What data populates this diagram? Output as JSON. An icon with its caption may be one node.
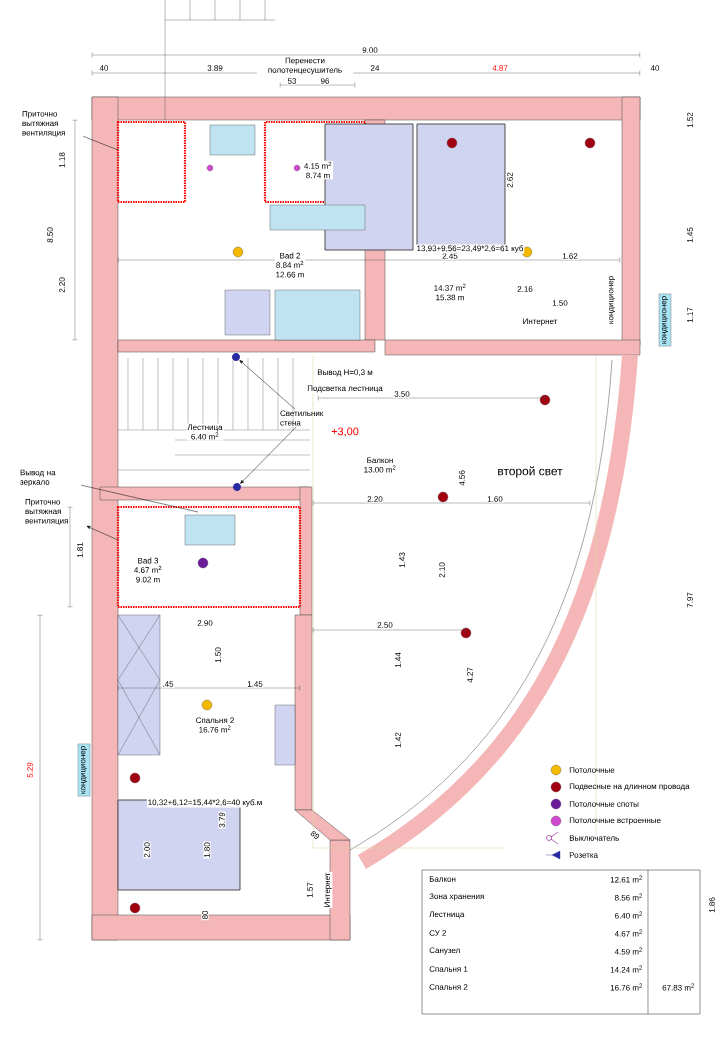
{
  "diagram": {
    "nodes": [
      {
        "text": [
          "14.37 m$^{2}$",
          "15.38 m"
        ]
      },
      {
        "text": [
          "4.15 m$^{2}$",
          "8.74 m"
        ]
      },
      {
        "text": [
          "Bad 2",
          "8.84 m$^{2}$",
          "12.66 m"
        ]
      },
      {
        "text": [
          "Лестница",
          "6.40 m$^{2}$"
        ]
      },
      {
        "text": [
          "Балкон",
          "13.00 m$^{2}$"
        ]
      },
      {
        "text": [
          "Bad 3",
          "4.67 m$^{2}$",
          "9.02 m"
        ]
      },
      {
        "text": [
          "Спальня 2",
          "16.76 m$^{2}$"
        ]
      },
      {
        "text": [
          "второй свет"
        ]
      },
      {
        "text": [
          "Приточно вытяжная вентиляция"
        ]
      },
      {
        "text": [
          "Вывод на зеркало"
        ]
      },
      {
        "text": [
          "Приточно вытяжная вентиляция"
        ]
      },
      {
        "text": [
          "Светильник стена"
        ]
      },
      {
        "text": [],
        "shape": "circle"
      },
      {
        "text": [],
        "shape": "circle"
      },
      {
        "text": [
          "кондиционер"
        ]
      },
      {
        "text": [
          "кондиционер"
        ]
      }
    ],
    "edges": [
      {
        "from": 8,
        "to": null,
        "arrow": "none"
      },
      {
        "from": 9,
        "to": null,
        "arrow": "none"
      },
      {
        "from": null,
        "to": 10,
        "arrow": "to"
      },
      {
        "from": 11,
        "to": 12,
        "arrow": "to"
      },
      {
        "from": 11,
        "to": 13,
        "arrow": "to"
      }
    ],
    "labels": [
      "9.00",
      "40",
      "3.89",
      "24",
      "4.87",
      "40",
      "Перенести полотенцесушитель",
      "53",
      "96",
      "8.50",
      "1.18",
      "2.20",
      "1.52",
      "1.45",
      "1.17",
      "7.97",
      "1.86",
      "5.29",
      "1.81",
      "+3,00",
      "Вывод H=0,3 м",
      "Подсветка лестница",
      "3.50",
      "2.20",
      "1.60",
      "4.56",
      "2.10",
      "1.43",
      "2.50",
      "1.44",
      "4.27",
      "1.42",
      "2.90",
      "1.50",
      ".45",
      "1.45",
      "1.57",
      "2.00",
      "1.80",
      "3.79",
      "80",
      "89",
      "2.45",
      "1.62",
      "2.16",
      "1.50",
      "2.62",
      "Интернет",
      "Интернет",
      "кондиционер",
      "13,93+9,56=23,49*2,6=61 куб",
      "10,32+6,12=15,44*2,6=40 куб.м",
      "Балкон",
      "12.61 m$^{2}$",
      "Зона хранения",
      "8.56 m$^{2}$",
      "Лестница",
      "6.40 m$^{2}$",
      "СУ 2",
      "4.67 m$^{2}$",
      "Санузел",
      "4.59 m$^{2}$",
      "Спальня 1",
      "14.24 m$^{2}$",
      "Спальня 2",
      "16.76 m$^{2}$",
      "67.83 m$^{2}$"
    ],
    "legend": [
      {
        "text": "Потолочные",
        "color": "#f5b800"
      },
      {
        "text": "Подвесные на длинном провода",
        "color": "#a00010"
      },
      {
        "text": "Потолочные споты",
        "color": "#6a1b9a"
      },
      {
        "text": "Потолочные встроенные",
        "color": "#d04ad0"
      },
      {
        "text": "Выключатель"
      },
      {
        "text": "Розетка"
      }
    ]
  }
}
